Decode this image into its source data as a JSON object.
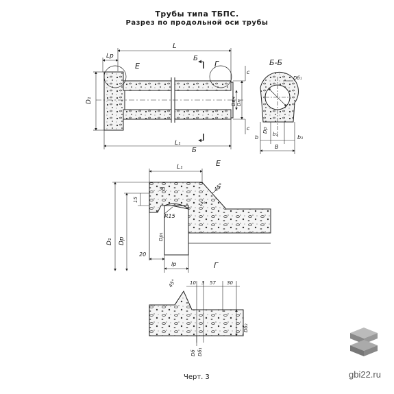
{
  "title": "Трубы типа ТБПС.",
  "subtitle": "Разрез по продольной оси трубы",
  "caption": "Черт. 3",
  "watermark": "gbi22.ru",
  "labels": {
    "L": "L",
    "Lp": "Lр",
    "E_top": "E",
    "G_top": "Г",
    "B_top": "Б",
    "B_bottom": "Б",
    "L1": "L₁",
    "D1": "D₁",
    "Dvn": "Dвн",
    "Dn": "Dн",
    "C1": "c",
    "C2": "c",
    "sectionBB": "Б-Б",
    "Db1": "Dб₁",
    "b": "b",
    "b1": "b₁",
    "bs": "b₁",
    "B": "B",
    "Dp": "Dр",
    "E_detail": "E",
    "L1_detail": "L₁",
    "dim45": "45°",
    "dim30": "30",
    "dim15": "15",
    "dim2": "2°",
    "R15": "R15",
    "D1_detail": "D₁",
    "Dp_detail": "Dр",
    "Dp1": "Dр₁",
    "dim20": "20",
    "Lp_detail": "lр",
    "G_detail": "Г",
    "dim45b": "45°",
    "dim10": "10",
    "dim3": "3",
    "dim57": "57",
    "dim30b": "30",
    "D6": "Dб",
    "Db1_g": "Dб₁",
    "Db2": "Dб₂"
  }
}
